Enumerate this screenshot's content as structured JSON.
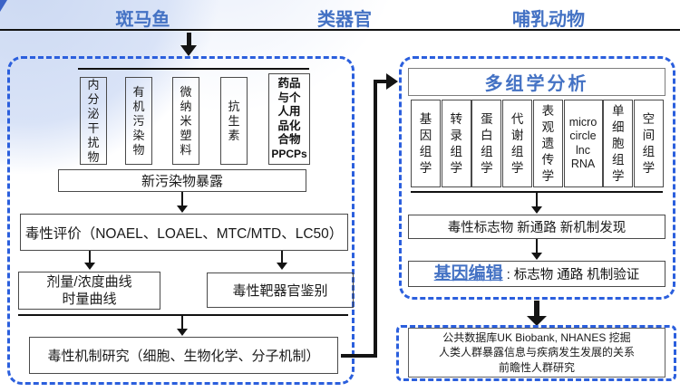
{
  "header": {
    "models": [
      "斑马鱼",
      "类器官",
      "哺乳动物"
    ]
  },
  "colors": {
    "accent_blue": "#4472C4",
    "dashed_border_blue": "#2B5FDD",
    "line_black": "#141414"
  },
  "left_panel": {
    "pollutants": [
      "内分泌干扰物",
      "有机污染物",
      "微纳米塑料",
      "抗生素"
    ],
    "ppcp": {
      "label": "药品与个人用品化合物",
      "abbr": "PPCPs"
    },
    "exposure": "新污染物暴露",
    "toxicity_evaluation": "毒性评价（NOAEL、LOAEL、MTC/MTD、LC50）",
    "dose_curve": {
      "line1": "剂量/浓度曲线",
      "line2": "时量曲线"
    },
    "target_organ": "毒性靶器官鉴别",
    "mechanism": "毒性机制研究（细胞、生物化学、分子机制）"
  },
  "right_panel": {
    "title": "多组学分析",
    "omics": [
      "基因组学",
      "转录组学",
      "蛋白组学",
      "代谢组学",
      "表观遗传学",
      "micro circle lnc RNA",
      "单细胞组学",
      "空间组学"
    ],
    "discovery": "毒性标志物 新通路 新机制发现",
    "gene_editing": {
      "label": "基因编辑",
      "text": ": 标志物 通路 机制验证"
    }
  },
  "bottom_panel": {
    "lines": [
      "公共数据库UK Biobank, NHANES 挖掘",
      "人类人群暴露信息与疾病发生发展的关系",
      "前瞻性人群研究"
    ]
  }
}
